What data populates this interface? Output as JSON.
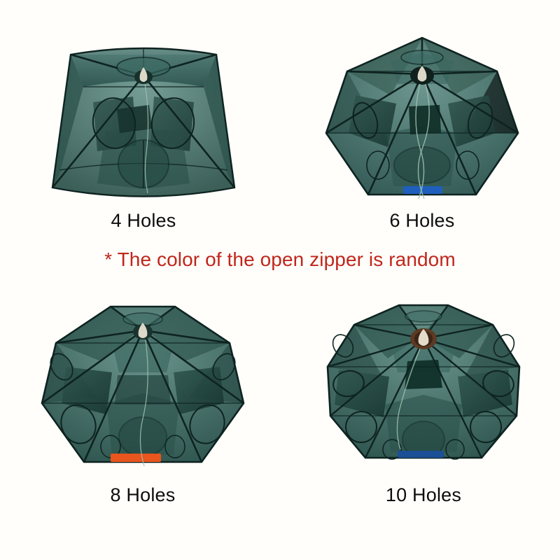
{
  "page": {
    "background_color": "#fffefa",
    "notice": "* The color of the open zipper is random",
    "notice_color": "#c0261c"
  },
  "palette": {
    "mesh_dark": "#1d3a36",
    "mesh_mid": "#2f5852",
    "mesh_light": "#4e7d77",
    "mesh_pale": "#6d9790",
    "rib": "#0e2320",
    "hub_knob": "#dcd8c8",
    "hub_ring_dark": "#15221f",
    "hub_ring_brown": "#5d3a23",
    "zipper_orange": "#e8551d",
    "zipper_blue": "#1f5fbd",
    "zipper_blue_dark": "#1b4f96",
    "cord": "#9dbfae"
  },
  "traps": [
    {
      "id": "trap-4-holes",
      "label": "4 Holes",
      "holes": 4,
      "shape": "square",
      "zipper_color": null,
      "hub_style": "plain",
      "label_position": "below"
    },
    {
      "id": "trap-6-holes",
      "label": "6 Holes",
      "holes": 6,
      "shape": "hexagon",
      "zipper_color": "#1f5fbd",
      "hub_style": "dark-ring",
      "label_position": "below"
    },
    {
      "id": "trap-8-holes",
      "label": "8 Holes",
      "holes": 8,
      "shape": "octagon",
      "zipper_color": "#e8551d",
      "hub_style": "plain",
      "label_position": "below"
    },
    {
      "id": "trap-10-holes",
      "label": "10 Holes",
      "holes": 10,
      "shape": "decagon",
      "zipper_color": "#1b4f96",
      "hub_style": "brown-ring",
      "label_position": "below"
    }
  ]
}
